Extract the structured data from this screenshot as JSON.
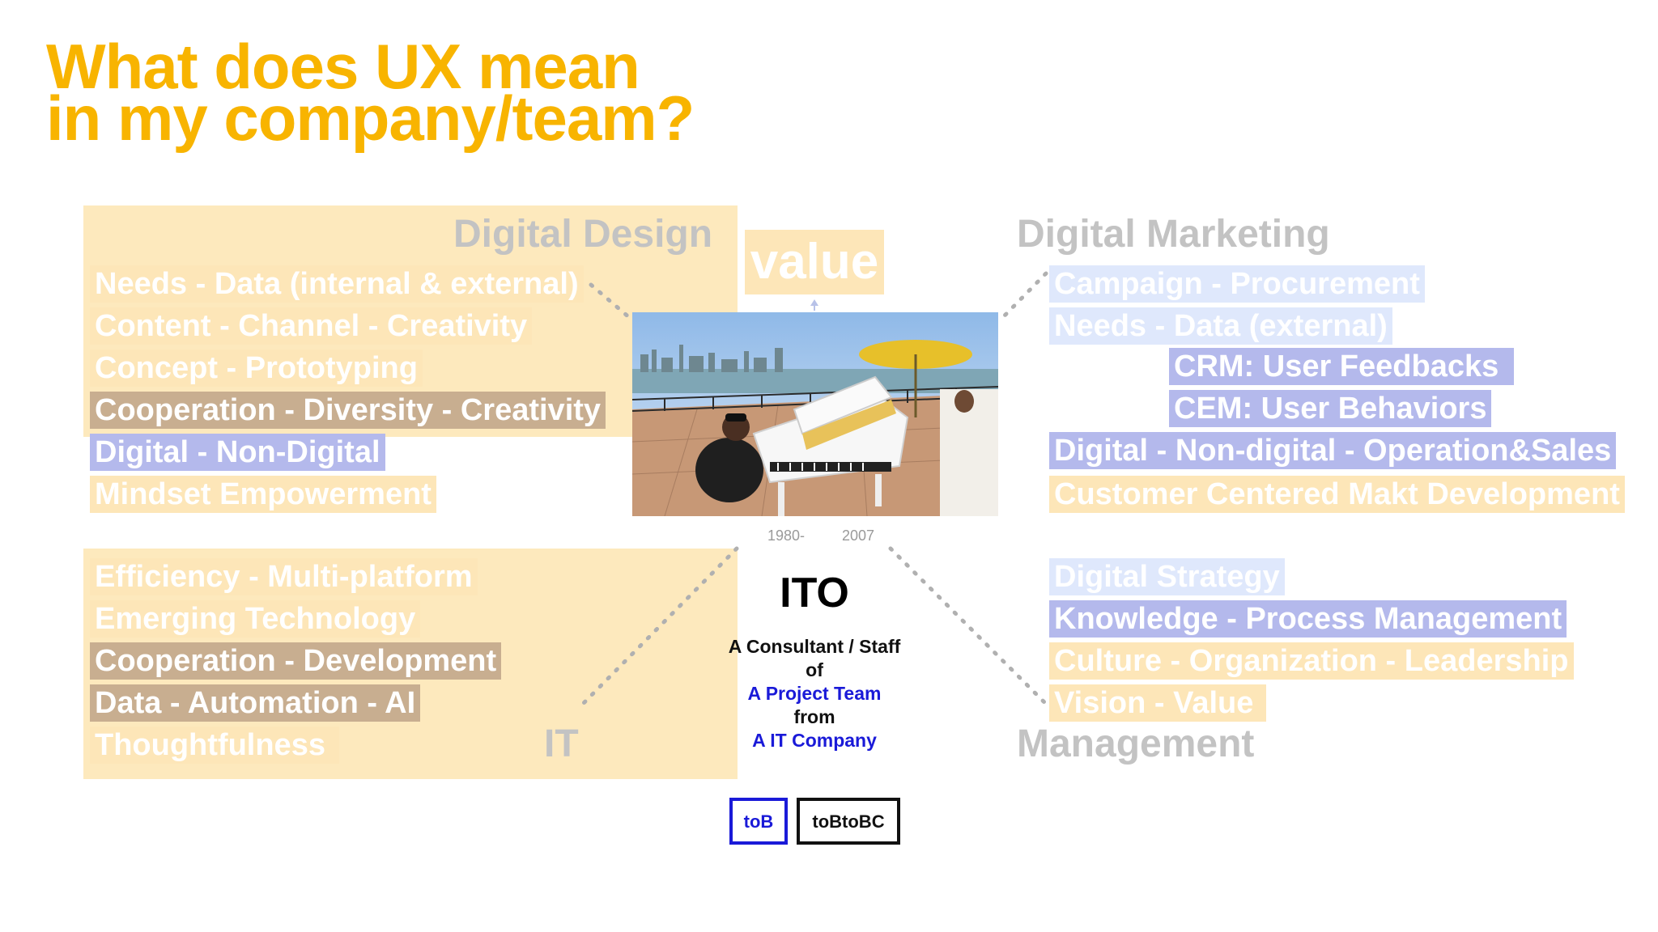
{
  "title": "What does UX mean\nin my company/team?",
  "digital_design": {
    "heading": "Digital Design",
    "items": [
      "Needs - Data (internal & external)",
      "Content - Channel - Creativity",
      "Concept - Prototyping",
      "Cooperation - Diversity - Creativity",
      "Digital - Non-Digital",
      "Mindset Empowerment"
    ]
  },
  "it": {
    "heading": "IT",
    "items": [
      "Efficiency - Multi-platform",
      "Emerging Technology",
      "Cooperation - Development",
      "Data - Automation - AI",
      "Thoughtfulness"
    ]
  },
  "digital_marketing": {
    "heading": "Digital Marketing",
    "items": [
      "Campaign - Procurement",
      "Needs - Data (external)",
      "CRM: User Feedbacks",
      "CEM: User Behaviors",
      "Digital - Non-digital - Operation&Sales",
      "Customer Centered Makt Development"
    ]
  },
  "management": {
    "heading": "Management",
    "items": [
      "Digital Strategy",
      "Knowledge - Process Management",
      "Culture - Organization - Leadership",
      "Vision - Value"
    ]
  },
  "center": {
    "value_label": "value",
    "year_start": "1980-",
    "year_end": "2007",
    "name": "ITO",
    "desc_line1": "A Consultant / Staff",
    "desc_line2": "of",
    "desc_line3": "A Project Team",
    "desc_line4": "from",
    "desc_line5": "A IT Company",
    "tag_tob": "toB",
    "tag_tobtobc": "toBtoBC"
  },
  "colors": {
    "title": "#f8b400",
    "peach": "#fde6b8",
    "brown": "#c8ae90",
    "blue": "#b4b9ec",
    "light_blue": "#dfe8fc",
    "heading_gray": "#c3c3c3",
    "link_blue": "#1a1ad8"
  }
}
